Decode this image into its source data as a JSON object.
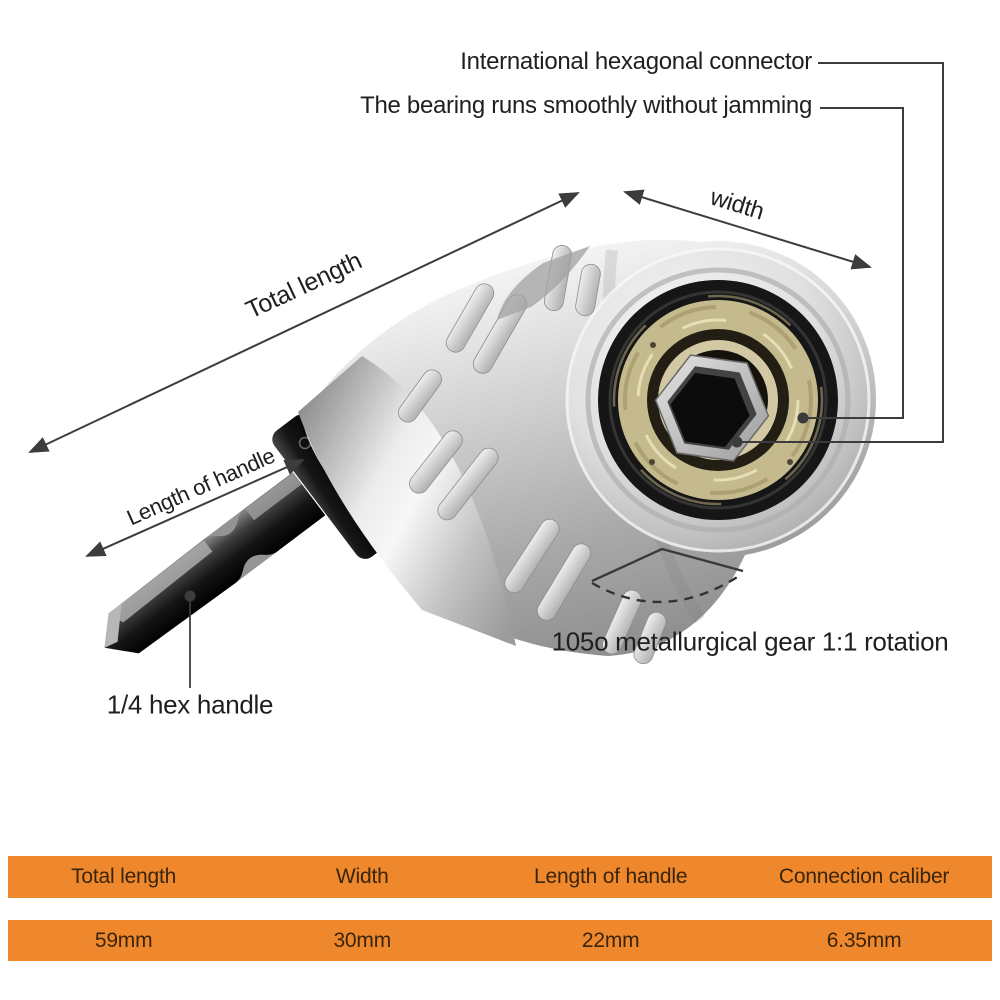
{
  "colors": {
    "accent": "#EF882D",
    "label_text": "#1F1F1F",
    "line": "#3C3C3C",
    "table_text": "#3A250A"
  },
  "annotations": {
    "connector": "International hexagonal connector",
    "bearing": "The bearing runs smoothly without jamming",
    "width": "width",
    "total_length": "Total length",
    "length_of_handle": "Length of handle",
    "hex_handle": "1/4 hex handle",
    "rotation": "105o metallurgical gear 1:1 rotation"
  },
  "table": {
    "headers": [
      "Total length",
      "Width",
      "Length of handle",
      "Connection caliber"
    ],
    "values": [
      "59mm",
      "30mm",
      "22mm",
      "6.35mm"
    ]
  }
}
